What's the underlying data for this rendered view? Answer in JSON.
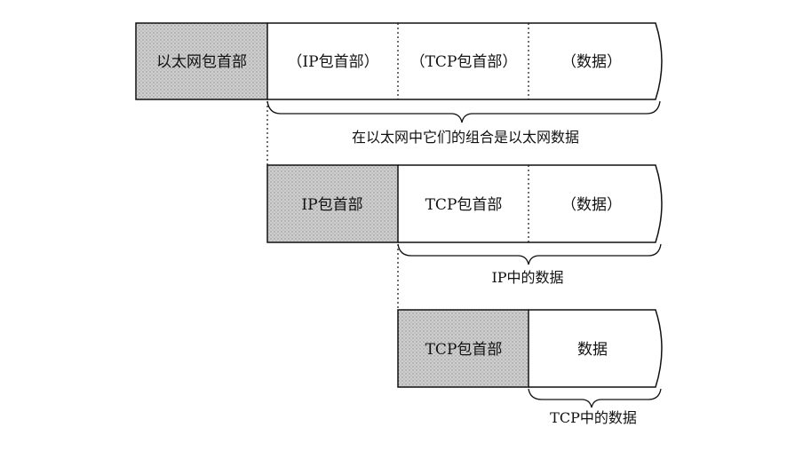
{
  "row1": {
    "header": "以太网包首部",
    "cells": [
      "（IP包首部）",
      "（TCP包首部）",
      "（数据）"
    ],
    "caption": "在以太网中它们的组合是以太网数据"
  },
  "row2": {
    "header": "IP包首部",
    "cells": [
      "TCP包首部",
      "（数据）"
    ],
    "caption": "IP中的数据"
  },
  "row3": {
    "header": "TCP包首部",
    "cells": [
      "数据"
    ],
    "caption": "TCP中的数据"
  },
  "colors": {
    "header_fill": "#c9c9c9",
    "line": "#111111",
    "background": "#ffffff"
  }
}
